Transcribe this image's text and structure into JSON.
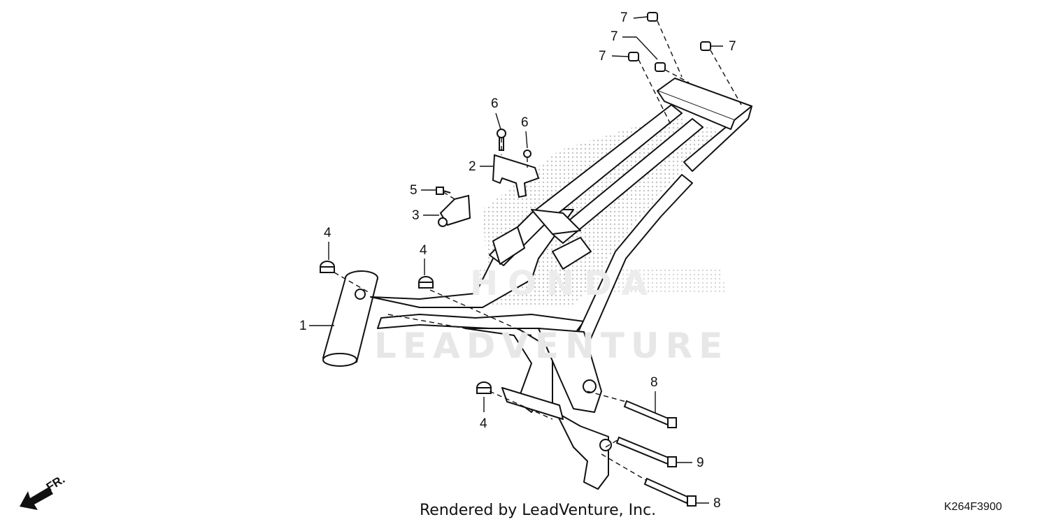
{
  "watermark": {
    "brand": "LEADVENTURE",
    "logo": "HONDA"
  },
  "callouts": [
    "1",
    "2",
    "3",
    "4",
    "4",
    "4",
    "5",
    "6",
    "6",
    "7",
    "7",
    "7",
    "7",
    "8",
    "8",
    "9"
  ],
  "footer": {
    "rendered_by": "Rendered by LeadVenture, Inc.",
    "diagram_code": "K264F3900"
  },
  "direction": {
    "label": "FR.",
    "icon": "arrow-front-icon"
  },
  "colors": {
    "line": "#111111",
    "shade": "#bdbdbd",
    "watermark": "#e7e7e7"
  }
}
